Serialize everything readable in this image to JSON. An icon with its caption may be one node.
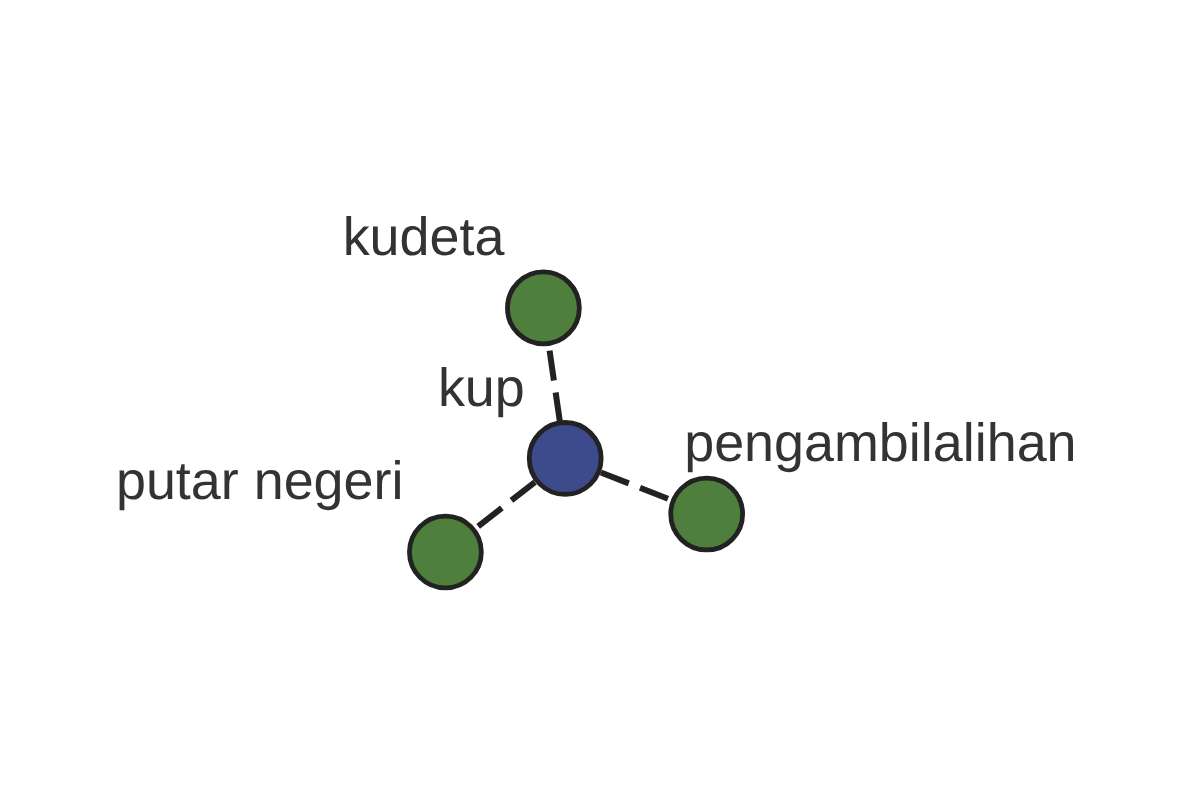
{
  "diagram": {
    "nodes": [
      {
        "text": [
          "putar negeri"
        ]
      },
      {
        "text": [
          "pengambilalihan"
        ]
      },
      {
        "text": [
          "kup"
        ]
      },
      {
        "text": [
          "kudeta"
        ]
      }
    ],
    "edges": [
      {
        "from": 2,
        "to": 0,
        "arrow": "none",
        "style": "dashed"
      },
      {
        "from": 2,
        "to": 1,
        "arrow": "none",
        "style": "dashed"
      },
      {
        "from": 2,
        "to": 3,
        "arrow": "none",
        "style": "dashed"
      }
    ]
  }
}
